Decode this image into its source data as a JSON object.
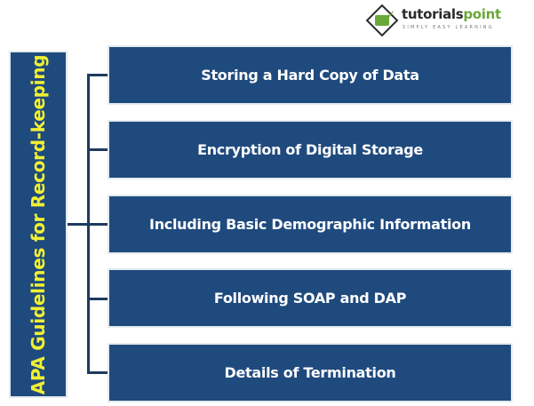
{
  "logo": {
    "brand_part1": "tutorials",
    "brand_part2": "point",
    "tagline": "SIMPLY EASY LEARNING",
    "icon": "book-check-icon"
  },
  "colors": {
    "box_fill": "#1f4a7e",
    "connector": "#1e3a5f",
    "main_text": "#f0f032",
    "item_text": "#ffffff",
    "brand_green": "#6aa83a"
  },
  "diagram": {
    "root": "APA Guidelines for Record-keeping",
    "items": [
      {
        "label": "Storing a Hard Copy of Data"
      },
      {
        "label": "Encryption of Digital Storage"
      },
      {
        "label": "Including Basic Demographic Information"
      },
      {
        "label": "Following SOAP and DAP"
      },
      {
        "label": "Details of Termination"
      }
    ]
  }
}
